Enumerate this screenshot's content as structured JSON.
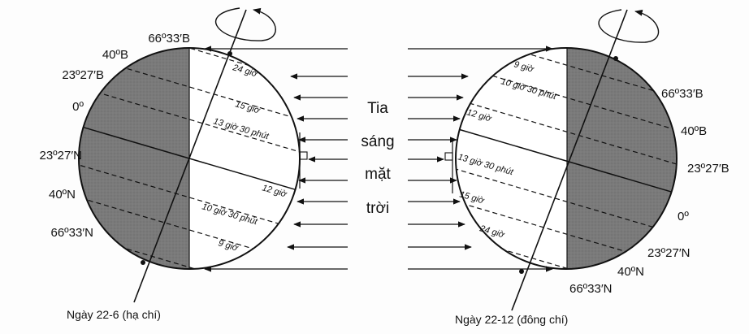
{
  "left": {
    "caption": "Ngày 22-6 (hạ chí)",
    "latitudes": [
      "66º33′B",
      "40ºB",
      "23º27′B",
      "0º",
      "23º27′N",
      "40ºN",
      "66º33′N"
    ],
    "day_lengths": [
      "24 giờ",
      "15 giờ",
      "13 giờ 30 phút",
      "12 giờ",
      "10 giờ 30 phút",
      "9 giờ"
    ]
  },
  "right": {
    "caption": "Ngày 22-12 (đông chí)",
    "latitudes": [
      "66º33′B",
      "40ºB",
      "23º27′B",
      "0º",
      "23º27′N",
      "40ºN",
      "66º33′N"
    ],
    "day_lengths": [
      "9 giờ",
      "10 giờ 30 phút",
      "12 giờ",
      "13 giờ 30 phút",
      "15 giờ",
      "24 giờ"
    ]
  },
  "sunlight_words": [
    "Tia",
    "sáng",
    "mặt",
    "trời"
  ],
  "colors": {
    "night": "#7a7a7a",
    "day": "#ffffff",
    "ink": "#111111"
  }
}
